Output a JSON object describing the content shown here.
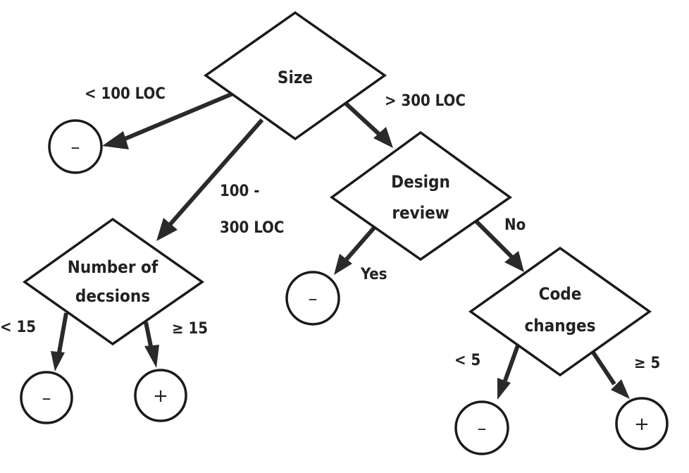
{
  "diagram": {
    "type": "decision-tree",
    "nodes": {
      "size": {
        "lines": [
          "Size"
        ]
      },
      "design_review": {
        "lines": [
          "Design",
          "review"
        ]
      },
      "num_decisions": {
        "lines": [
          "Number of",
          "decsions"
        ]
      },
      "code_changes": {
        "lines": [
          "Code",
          "changes"
        ]
      }
    },
    "leaves": {
      "size_lt100": "–",
      "design_yes": "–",
      "decisions_lt15": "–",
      "decisions_ge15": "+",
      "changes_lt5": "–",
      "changes_ge5": "+"
    },
    "edges": {
      "size_lt100": "< 100 LOC",
      "size_mid_1": "100 -",
      "size_mid_2": "300 LOC",
      "size_gt300": "> 300 LOC",
      "design_yes": "Yes",
      "design_no": "No",
      "decisions_lt15": "< 15",
      "decisions_ge15": "≥ 15",
      "changes_lt5": "< 5",
      "changes_ge5": "≥ 5"
    }
  }
}
